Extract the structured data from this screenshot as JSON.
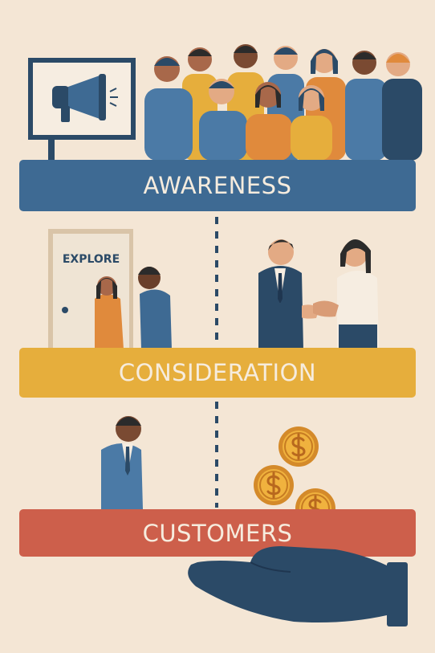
{
  "stages": [
    {
      "label": "AWARENESS",
      "color": "#3e6a93"
    },
    {
      "label": "CONSIDERATION",
      "color": "#e6ae3c"
    },
    {
      "label": "CUSTOMERS",
      "color": "#cd5f4b"
    }
  ],
  "door_sign": "EXPLORE",
  "palette": {
    "background": "#f4e6d5",
    "navy": "#2b4a67",
    "blue": "#4b7aa6",
    "orange": "#e08a3c",
    "gold": "#e6ae3c",
    "skin_dark": "#4a2f22",
    "skin_mid": "#a8684a",
    "skin_light": "#e3aa84"
  },
  "icons": [
    "megaphone-icon",
    "door-icon",
    "handshake-icon",
    "coin-icon",
    "hand-icon"
  ]
}
